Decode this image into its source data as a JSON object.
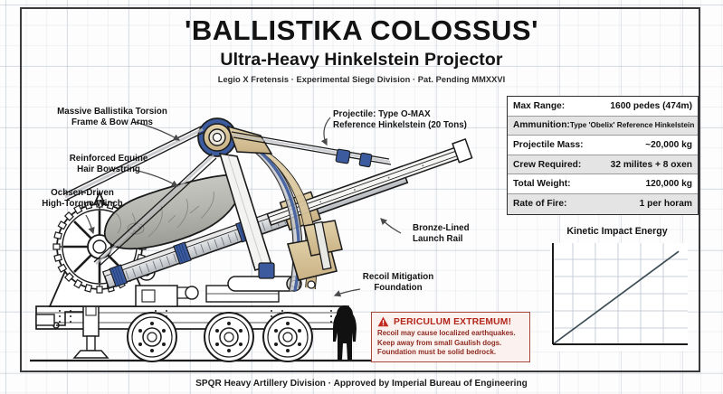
{
  "document": {
    "title": "'BALLISTIKA COLOSSUS'",
    "subtitle": "Ultra-Heavy Hinkelstein Projector",
    "credit": "Legio X Fretensis · Experimental Siege Division · Pat. Pending MMXXVI",
    "footer": "SPQR Heavy Artillery Division · Approved by Imperial Bureau of Engineering"
  },
  "callouts": [
    {
      "id": "torsion-frame",
      "line1": "Massive Ballistika Torsion",
      "line2": "Frame & Bow Arms"
    },
    {
      "id": "bowstring",
      "line1": "Reinforced Equine",
      "line2": "Hair Bowstring"
    },
    {
      "id": "winch",
      "line1": "Ochsen-Driven",
      "line2": "High-Torque Winch"
    },
    {
      "id": "projectile",
      "line1": "Projectile: Type O-MAX",
      "line2": "Reference Hinkelstein (20 Tons)"
    },
    {
      "id": "launch-rail",
      "line1": "Bronze-Lined",
      "line2": "Launch Rail"
    },
    {
      "id": "foundation",
      "line1": "Recoil Mitigation",
      "line2": "Foundation"
    }
  ],
  "spec_table": {
    "rows": [
      {
        "label": "Max Range:",
        "value": "1600 pedes (474m)",
        "small": false
      },
      {
        "label": "Ammunition:",
        "value": "Type 'Obelix' Reference Hinkelstein",
        "small": true
      },
      {
        "label": "Projectile Mass:",
        "value": "~20,000 kg",
        "small": false
      },
      {
        "label": "Crew Required:",
        "value": "32 milites + 8 oxen",
        "small": false
      },
      {
        "label": "Total Weight:",
        "value": "120,000 kg",
        "small": false
      },
      {
        "label": "Rate of Fire:",
        "value": "1 per horam",
        "small": false
      }
    ]
  },
  "warning": {
    "icon": "warning-triangle-icon",
    "title": "PERICULUM EXTREMUM!",
    "lines": [
      "Recoil may cause localized earthquakes.",
      "Keep away from small Gaulish dogs.",
      "Foundation must be solid bedrock."
    ]
  },
  "chart_data": {
    "type": "line",
    "title": "Kinetic Impact Energy",
    "xlabel": "",
    "ylabel": "",
    "x": [
      0,
      1,
      2,
      3,
      4,
      5,
      6
    ],
    "series": [
      {
        "name": "Kinetic Impact Energy",
        "values": [
          0,
          1,
          2,
          3,
          4,
          5,
          6
        ],
        "color": "#3d4d55"
      }
    ],
    "xlim": [
      0,
      6.3
    ],
    "ylim": [
      0,
      6.3
    ],
    "grid": true,
    "legend": "none",
    "tick_labels_x": [],
    "tick_labels_y": []
  },
  "colors": {
    "ink": "#1b1b1b",
    "frame": "#3a3a3c",
    "grid": "#96a5b9",
    "warning_red": "#b4271c",
    "warning_bg": "#fbf1ee",
    "spec_alt_row": "#e4e4e4",
    "metal_blue": "#3b5b9e",
    "wood_tan": "#d8c49a",
    "stone_gray": "#b8b8b4",
    "chart_line": "#3d4d55"
  },
  "scale_figure": {
    "name": "human-silhouette",
    "label": ""
  }
}
